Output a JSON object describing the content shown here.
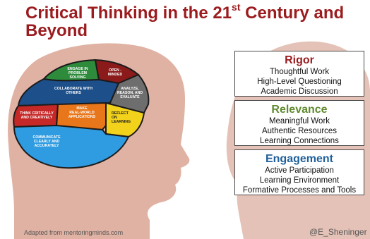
{
  "slide": {
    "title_main": "Critical Thinking in the 21",
    "title_sup": "st",
    "title_rest": " Century and Beyond",
    "credit_left": "Adapted from mentoringminds.com",
    "credit_right": "@E_Sheninger"
  },
  "brain": {
    "regions": [
      {
        "lines": [
          "ENGAGE IN",
          "PROBLEM",
          "SOLVING"
        ],
        "color": "#2e8b3c"
      },
      {
        "lines": [
          "OPEN -",
          "MINDED"
        ],
        "color": "#8b1a1a"
      },
      {
        "lines": [
          "COLLABORATE WITH",
          "OTHERS"
        ],
        "color": "#1d4f8a"
      },
      {
        "lines": [
          "ANALYZE,",
          "REASON, AND",
          "EVALUATE"
        ],
        "color": "#6e6e6e"
      },
      {
        "lines": [
          "THINK CRITICALLY",
          "AND CREATIVELY"
        ],
        "color": "#c62828"
      },
      {
        "lines": [
          "MAKE",
          "REAL-WORLD",
          "APPLICATIONS"
        ],
        "color": "#e8761a"
      },
      {
        "lines": [
          "REFLECT",
          "ON",
          "LEARNING"
        ],
        "color": "#f2d21b"
      },
      {
        "lines": [
          "COMMUNICATE",
          "CLEARLY AND",
          "ACCURATELY"
        ],
        "color": "#2f9be0"
      }
    ]
  },
  "pillars": [
    {
      "heading": "Rigor",
      "color": "#9b1b1e",
      "items": [
        "Thoughtful Work",
        "High-Level Questioning",
        "Academic Discussion"
      ]
    },
    {
      "heading": "Relevance",
      "color": "#5f8a2e",
      "items": [
        "Meaningful Work",
        "Authentic Resources",
        "Learning Connections"
      ]
    },
    {
      "heading": "Engagement",
      "color": "#1f5f9a",
      "items": [
        "Active Participation",
        "Learning Environment",
        "Formative Processes and Tools"
      ]
    }
  ]
}
